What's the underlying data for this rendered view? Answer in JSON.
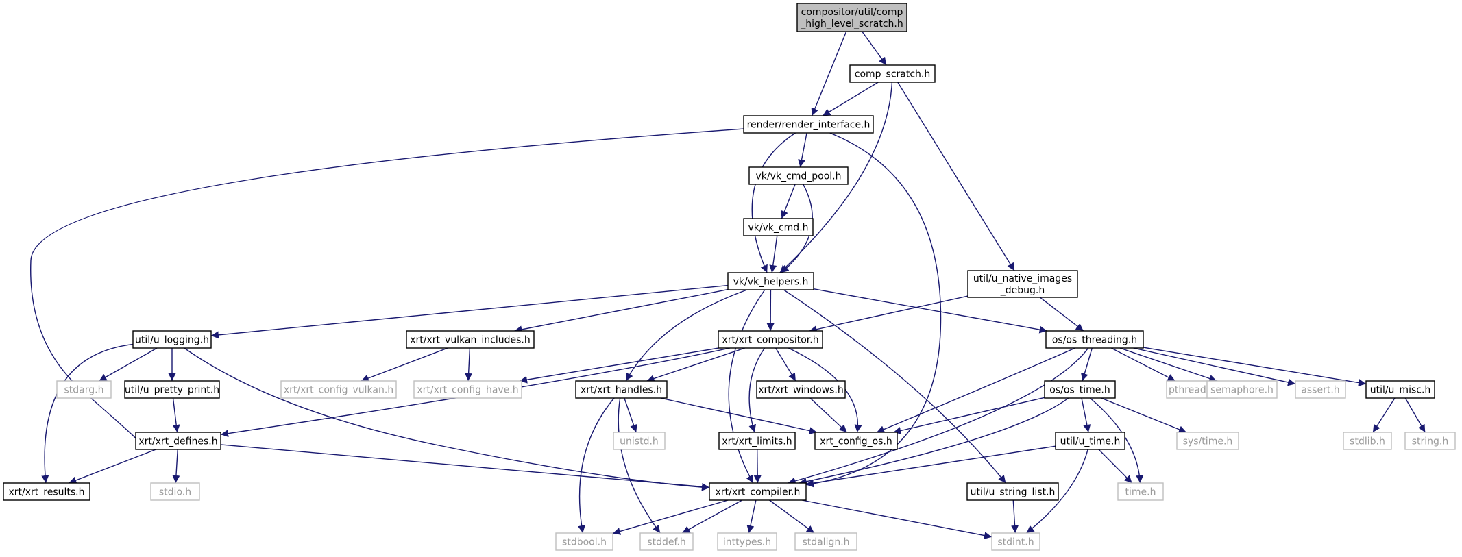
{
  "colors": {
    "edge": "#191970",
    "node_border": "#000000",
    "external_border": "#bfbfbf",
    "external_text": "#9a9a9a",
    "root_fill": "#bfbfbf",
    "node_fill": "#ffffff"
  },
  "nodes": {
    "root": "compositor/util/comp_high_level_scratch.h",
    "comp_scratch": "comp_scratch.h",
    "render_interface": "render/render_interface.h",
    "vk_cmd_pool": "vk/vk_cmd_pool.h",
    "vk_cmd": "vk/vk_cmd.h",
    "vk_helpers": "vk/vk_helpers.h",
    "u_native_images_debug": "util/u_native_images_debug.h",
    "u_logging": "util/u_logging.h",
    "xrt_vulkan_includes": "xrt/xrt_vulkan_includes.h",
    "xrt_compositor": "xrt/xrt_compositor.h",
    "os_threading": "os/os_threading.h",
    "stdarg": "stdarg.h",
    "u_pretty_print": "util/u_pretty_print.h",
    "xrt_config_vulkan": "xrt/xrt_config_vulkan.h",
    "xrt_config_have": "xrt/xrt_config_have.h",
    "xrt_handles": "xrt/xrt_handles.h",
    "xrt_windows": "xrt/xrt_windows.h",
    "os_time": "os/os_time.h",
    "pthread": "pthread.h",
    "semaphore": "semaphore.h",
    "assert": "assert.h",
    "u_misc": "util/u_misc.h",
    "xrt_defines": "xrt/xrt_defines.h",
    "unistd": "unistd.h",
    "xrt_limits": "xrt/xrt_limits.h",
    "xrt_config_os": "xrt_config_os.h",
    "u_time": "util/u_time.h",
    "sys_time": "sys/time.h",
    "stdlib": "stdlib.h",
    "string": "string.h",
    "xrt_results": "xrt/xrt_results.h",
    "stdio": "stdio.h",
    "xrt_compiler": "xrt/xrt_compiler.h",
    "u_string_list": "util/u_string_list.h",
    "time": "time.h",
    "stdbool": "stdbool.h",
    "stddef": "stddef.h",
    "inttypes": "inttypes.h",
    "stdalign": "stdalign.h",
    "stdint": "stdint.h"
  }
}
